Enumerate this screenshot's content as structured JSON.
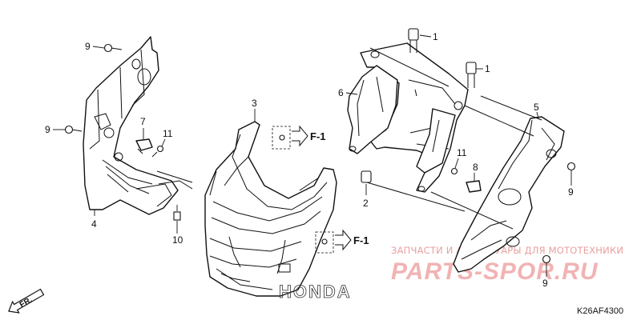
{
  "callouts": {
    "c1a": "1",
    "c1b": "1",
    "c2": "2",
    "c3": "3",
    "c4": "4",
    "c5": "5",
    "c6": "6",
    "c7": "7",
    "c9a": "9",
    "c9b": "9",
    "c9c": "9",
    "c9d": "9",
    "c10": "10",
    "c11a": "11",
    "c11b": "11",
    "c8": "8"
  },
  "frame_refs": {
    "upper": "F-1",
    "lower": "F-1"
  },
  "direction": "FR.",
  "diagram_code": "K26AF4300",
  "watermark": {
    "tagline": "ЗАПЧАСТИ И АКСЕССУАРЫ ДЛЯ МОТОТЕХНИКИ",
    "brand": "PARTS-SPOR.RU"
  },
  "logo": "HONDA"
}
